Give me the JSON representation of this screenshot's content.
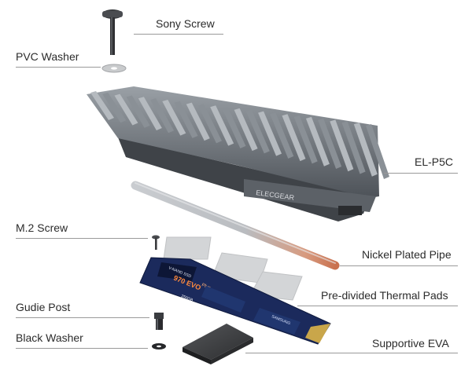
{
  "labels": {
    "sony_screw": "Sony Screw",
    "pvc_washer": "PVC Washer",
    "el_p5c": "EL-P5C",
    "m2_screw": "M.2 Screw",
    "nickel_pipe": "Nickel Plated Pipe",
    "thermal_pads": "Pre-divided Thermal Pads",
    "guide_post": "Gudie Post",
    "black_washer": "Black Washer",
    "supportive_eva": "Supportive EVA"
  },
  "heatsink_logo": "ELECGEAR",
  "heatsink_model": "EL-P5C",
  "ssd": {
    "brand_line": "V-NAND SSD",
    "model": "970 EVO",
    "model_sub": "Plus",
    "capacity": "250GB",
    "maker": "SAMSUNG"
  },
  "colors": {
    "heatsink": "#6d7379",
    "heatsink_dark": "#3f4348",
    "pcb": "#1b2a5c",
    "thermal_pad": "#cfd1d3",
    "pipe_copper": "#d98a6a",
    "eva": "#3a3b3d"
  }
}
